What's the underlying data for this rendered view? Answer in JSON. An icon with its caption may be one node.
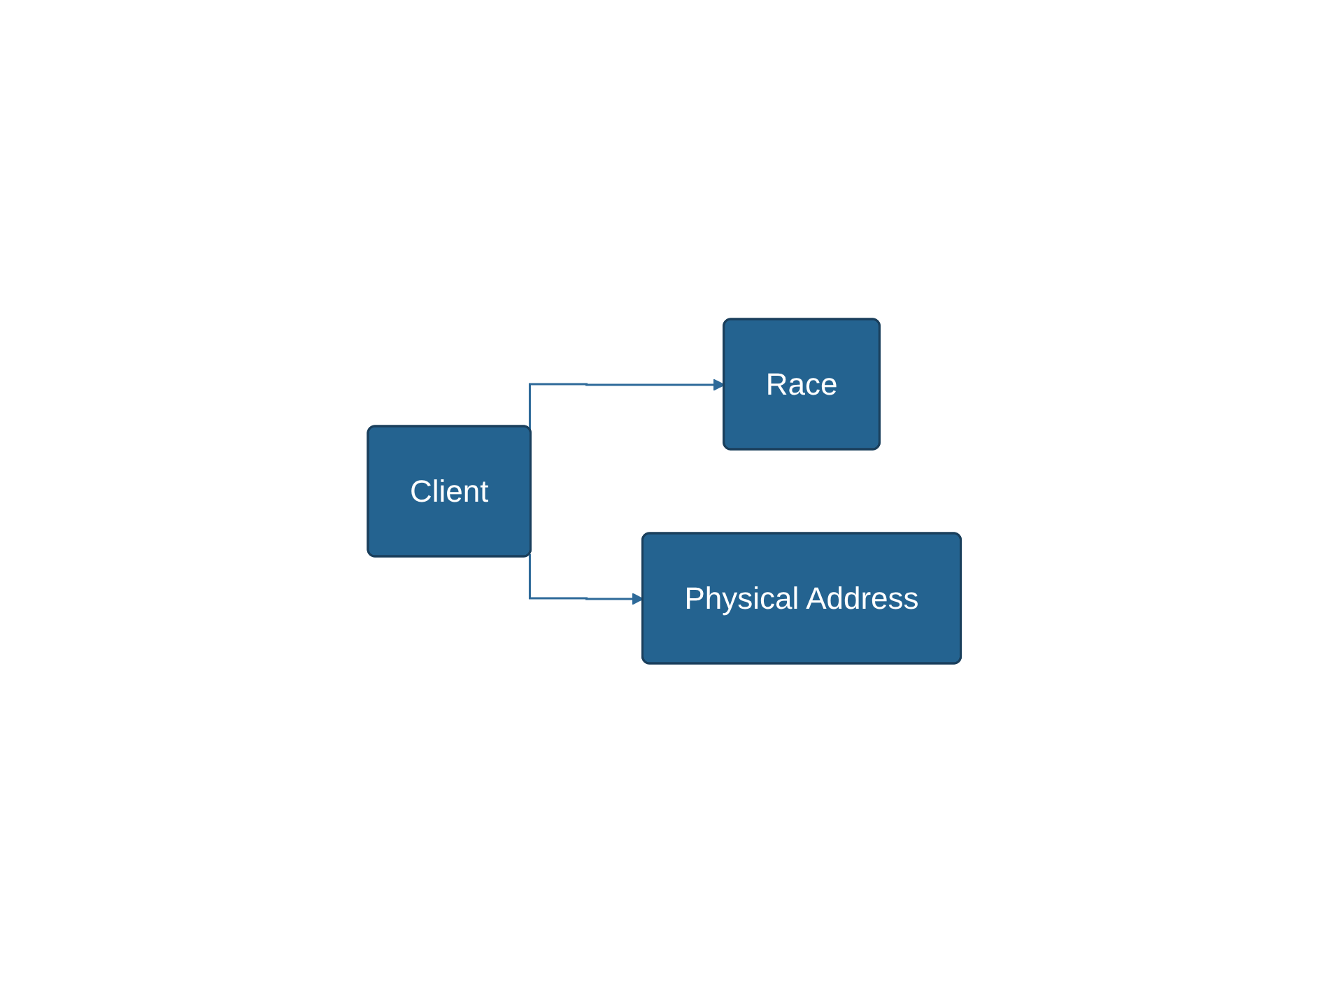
{
  "diagram": {
    "nodes": [
      {
        "text": [
          "Client"
        ]
      },
      {
        "text": [
          "Race"
        ]
      },
      {
        "text": [
          "Physical Address"
        ]
      }
    ],
    "edges": [
      {
        "from": 0,
        "to": 1,
        "arrow": "to"
      },
      {
        "from": 0,
        "to": 2,
        "arrow": "to"
      }
    ]
  }
}
